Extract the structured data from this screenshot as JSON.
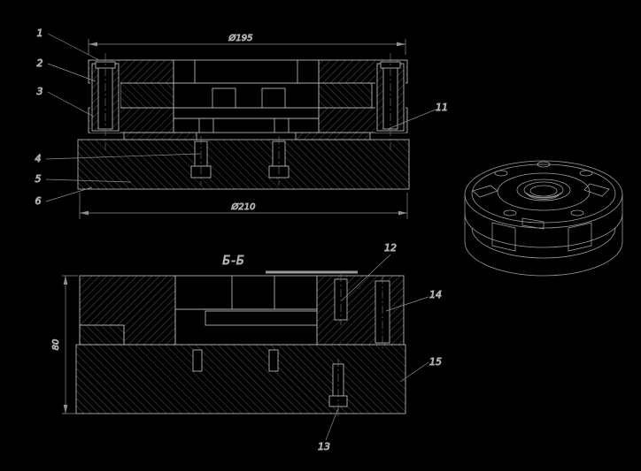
{
  "colors": {
    "background": "#000000",
    "outline": "#b0b0b0",
    "hatch": "#787878",
    "dim_lines": "#8f8f8f",
    "text": "#b8b8b8"
  },
  "front_view": {
    "dim_top": "Ø195",
    "dim_bottom": "Ø210",
    "callout_1": "1",
    "callout_2": "2",
    "callout_3": "3",
    "callout_4": "4",
    "callout_5": "5",
    "callout_6": "6",
    "callout_11": "11"
  },
  "section_view": {
    "title": "Б-Б",
    "dim_height": "80",
    "callout_12": "12",
    "callout_13": "13",
    "callout_14": "14",
    "callout_15": "15"
  }
}
